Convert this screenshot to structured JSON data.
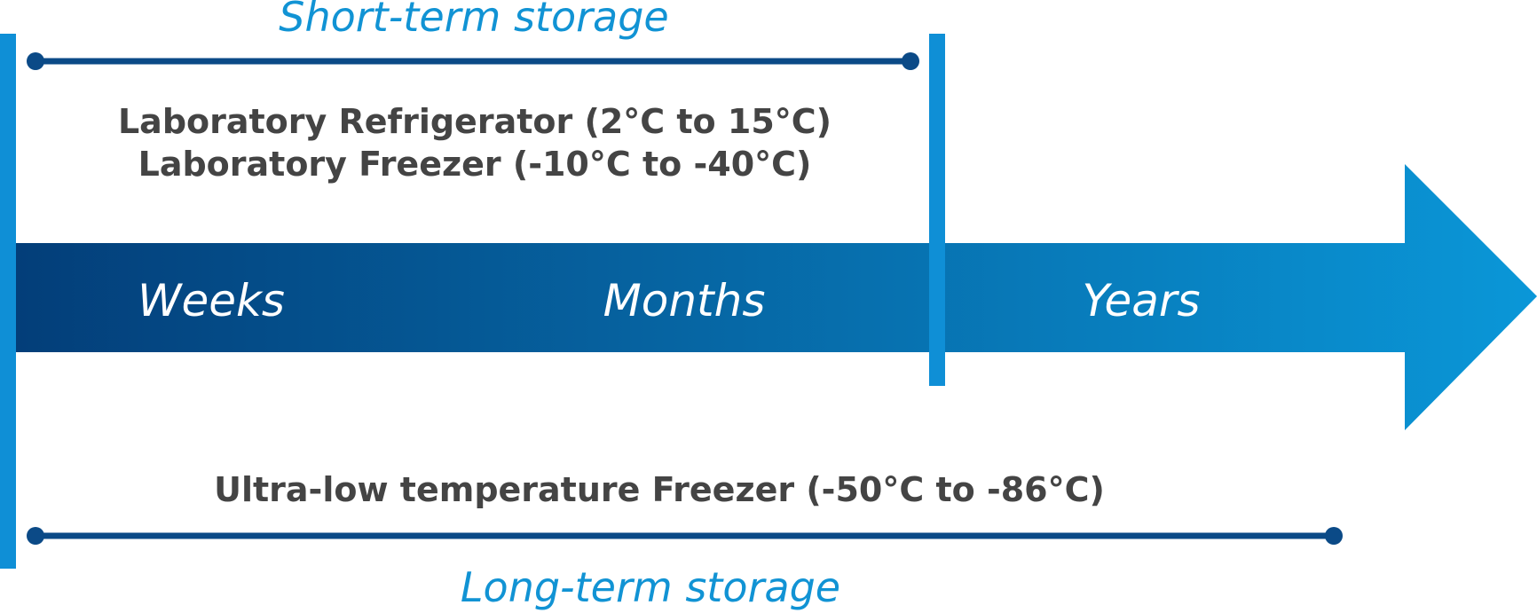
{
  "short_term": {
    "title": "Short-term storage",
    "lines": [
      "Laboratory Refrigerator (2°C to 15°C)",
      "Laboratory Freezer (-10°C to -40°C)"
    ]
  },
  "timeline": {
    "labels": [
      "Weeks",
      "Months",
      "Years"
    ]
  },
  "long_term": {
    "title": "Long-term storage",
    "line": "Ultra-low temperature Freezer (-50°C to -86°C)"
  },
  "colors": {
    "title_blue": "#1193d4",
    "navy": "#0b4a87",
    "text_gray": "#444444",
    "vertical_bar": "#0f8fd6",
    "arrow_dark": "#033e79",
    "arrow_light": "#0a97d8",
    "label_white": "#ffffff"
  }
}
